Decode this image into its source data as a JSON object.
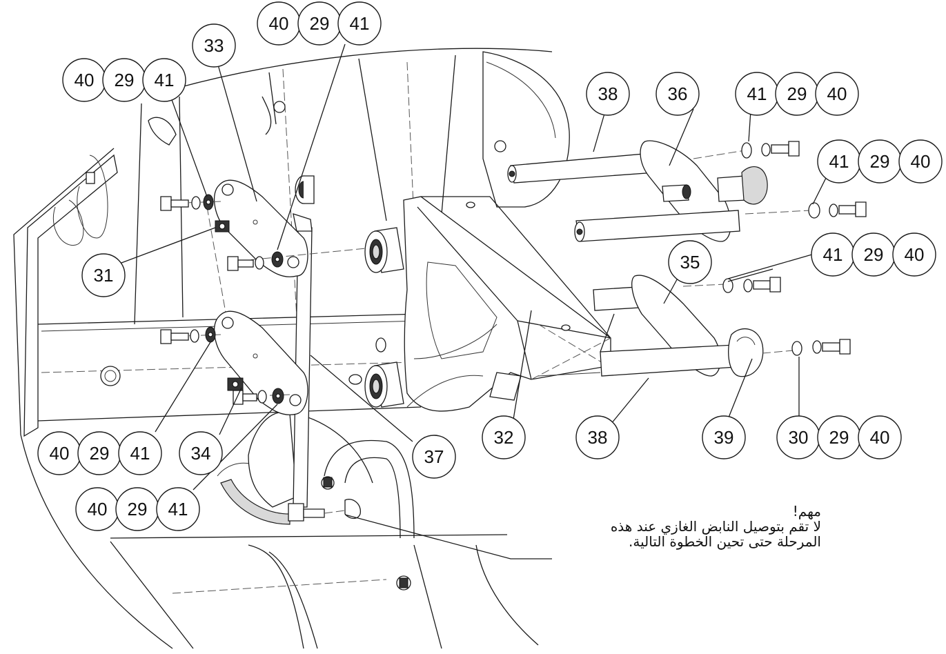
{
  "note": {
    "heading": "مهم!",
    "line1": "لا تقم بتوصيل النابض الغازي عند هذه",
    "line2": "المرحلة حتى تحين الخطوة التالية."
  },
  "callouts": {
    "c33": "33",
    "c31": "31",
    "c32": "32",
    "c34": "34",
    "c35": "35",
    "c36": "36",
    "c37": "37",
    "c38_top": "38",
    "c38_bottom": "38",
    "c39": "39",
    "group_top_center": [
      "40",
      "29",
      "41"
    ],
    "group_top_left": [
      "40",
      "29",
      "41"
    ],
    "group_top_right": [
      "41",
      "29",
      "40"
    ],
    "group_right_2": [
      "41",
      "29",
      "40"
    ],
    "group_right_3": [
      "41",
      "29",
      "40"
    ],
    "group_bottom_left": [
      "40",
      "29",
      "41"
    ],
    "group_bottom_left_2": [
      "40",
      "29",
      "41"
    ],
    "group_bottom_right": [
      "30",
      "29",
      "40"
    ]
  }
}
